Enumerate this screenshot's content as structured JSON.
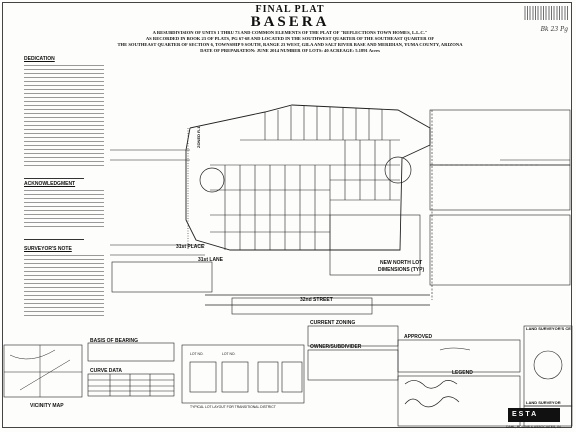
{
  "header": {
    "title_line": "FINAL PLAT",
    "name": "BASERA",
    "sub_lines": [
      "A RESUBDIVISION OF UNITS 1 THRU 73 AND COMMON ELEMENTS OF THE PLAT OF \"REFLECTIONS TOWN HOMES, L.L.C.\"",
      "AS RECORDED IN BOOK 23 OF PLATS, PG 67-68 AND LOCATED IN THE SOUTHWEST QUARTER OF THE SOUTHEAST QUARTER OF",
      "THE SOUTHEAST QUARTER OF SECTION 6, TOWNSHIP 9 SOUTH, RANGE 23 WEST, GILA AND SALT RIVER BASE AND MERIDIAN, YUMA COUNTY, ARIZONA"
    ],
    "prep_line": "DATE OF PREPARATION: JUNE 2014     NUMBER OF LOTS: 40     ACREAGE: 5.1891 Acres",
    "corner_note": "Bk 23 Pg"
  },
  "sections": {
    "dedication": "DEDICATION",
    "acknowledgment": "ACKNOWLEDGMENT",
    "surveyors_note": "SURVEYOR'S NOTE",
    "basis_of_bearing": "BASIS OF BEARING",
    "curve_data": "CURVE DATA",
    "vicinity_map": "VICINITY MAP",
    "current_zoning": "CURRENT ZONING",
    "owner_subdivider": "OWNER/SUBDIVIDER",
    "approved": "APPROVED",
    "legend": "LEGEND",
    "land_surveyors_cert": "LAND SURVEYOR'S CE",
    "land_surveyor": "LAND SURVEYOR"
  },
  "plan_labels": {
    "place_31st": "31st PLACE",
    "lane_31st": "31st LANE",
    "street_32nd": "32nd STREET",
    "new_north_lot": "NEW NORTH LOT",
    "dimensions": "DIMENSIONS (TYP)",
    "zoned": "ZONED R-1",
    "typical_lot": "TYPICAL LOT LAYOUT FOR TRANSITIONAL DISTRICT",
    "lot_no": "LOT NO."
  },
  "firm": {
    "logo": "ESTA",
    "name": "DAHL, ROBINS & ASSOCIATES, IN"
  }
}
